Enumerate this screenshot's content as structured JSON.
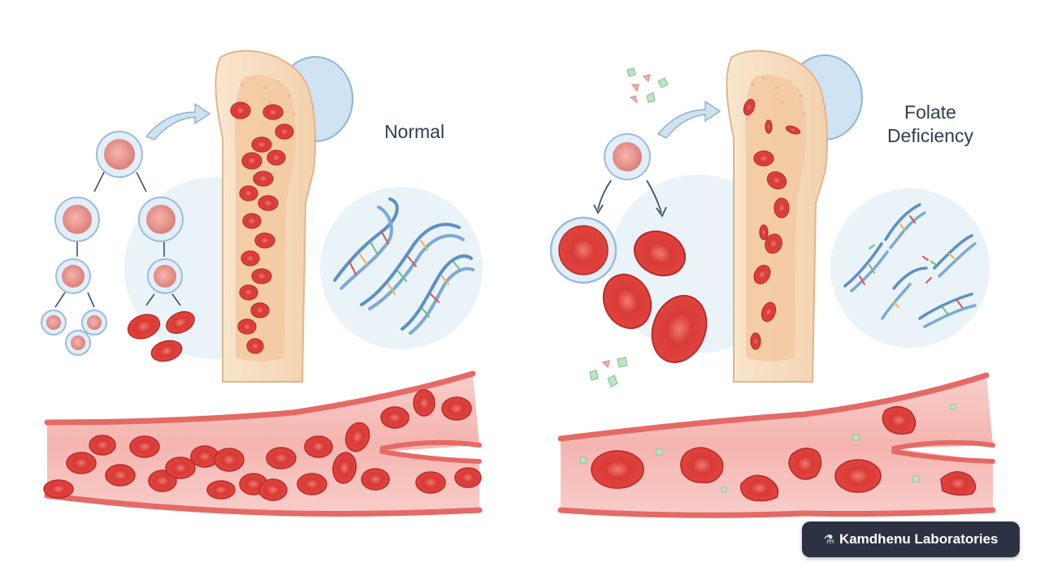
{
  "panels": {
    "normal": {
      "label": "Normal"
    },
    "deficiency": {
      "label_line1": "Folate",
      "label_line2": "Deficiency"
    }
  },
  "watermark": {
    "icon": "lab-icon",
    "text": "Kamdhenu Laboratories"
  },
  "colors": {
    "rbc": "#e0443f",
    "rbc_dark": "#b92a28",
    "vessel": "#f4b7b2",
    "vessel_wall": "#e46a66",
    "bone": "#f6dcbd",
    "marrow": "#f0b98c",
    "cartilage": "#cfe3f3",
    "dna_blue": "#5b8fc7",
    "label_text": "#2f3e4e",
    "watermark_bg": "#2c3242"
  }
}
